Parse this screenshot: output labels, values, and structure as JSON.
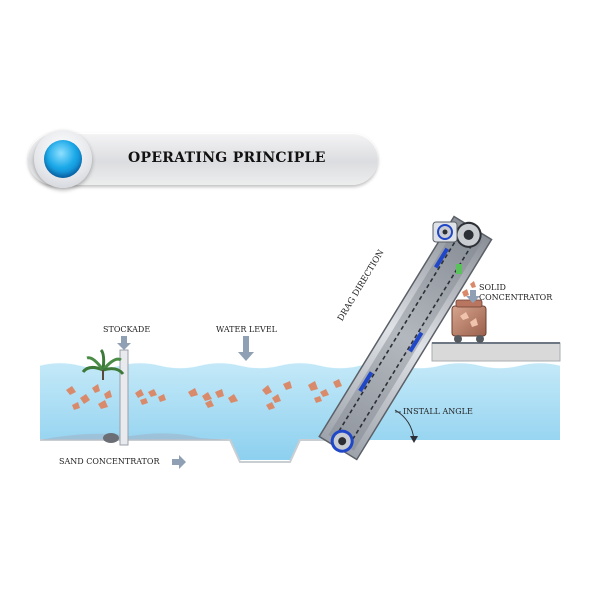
{
  "header": {
    "title": "OPERATING PRINCIPLE"
  },
  "labels": {
    "stockade": "STOCKADE",
    "water_level": "WATER LEVEL",
    "drag_direction": "DRAG DIRECTION",
    "solid_concentrator_line1": "SOLID",
    "solid_concentrator_line2": "CONCENTRATOR",
    "install_angle": "INSTALL ANGLE",
    "sand_concentrator": "SAND  CONCENTRATOR"
  },
  "colors": {
    "water_top": "#b6e3f6",
    "water_bottom": "#8fd2f0",
    "accent_blue": "#1aa8e8",
    "concrete": "#d9d9d9",
    "debris": "#d98a6a",
    "arrow": "#8fa0b4"
  }
}
